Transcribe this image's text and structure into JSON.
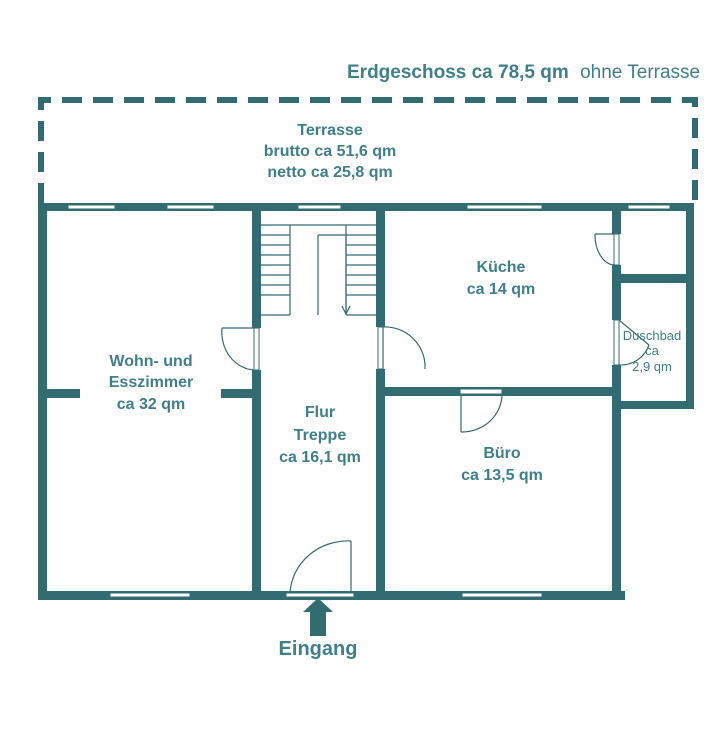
{
  "title": {
    "bold": "Erdgeschoss ca 78,5 qm",
    "normal": "ohne Terrasse"
  },
  "rooms": {
    "terrasse": {
      "line1": "Terrasse",
      "line2": "brutto ca 51,6 qm",
      "line3": "netto ca 25,8 qm"
    },
    "wohnen": {
      "line1": "Wohn- und",
      "line2": "Esszimmer",
      "line3": "ca 32 qm"
    },
    "flur": {
      "line1": "Flur",
      "line2": "Treppe",
      "line3": "ca 16,1 qm"
    },
    "kueche": {
      "line1": "Küche",
      "line2": "ca 14 qm"
    },
    "buero": {
      "line1": "Büro",
      "line2": "ca 13,5 qm"
    },
    "duschbad": {
      "line1": "Duschbad",
      "line2": "ca",
      "line3": "2,9 qm"
    }
  },
  "entrance": {
    "label": "Eingang"
  },
  "colors": {
    "wall": "#336b73",
    "text": "#3f7f8a",
    "background": "#ffffff"
  }
}
